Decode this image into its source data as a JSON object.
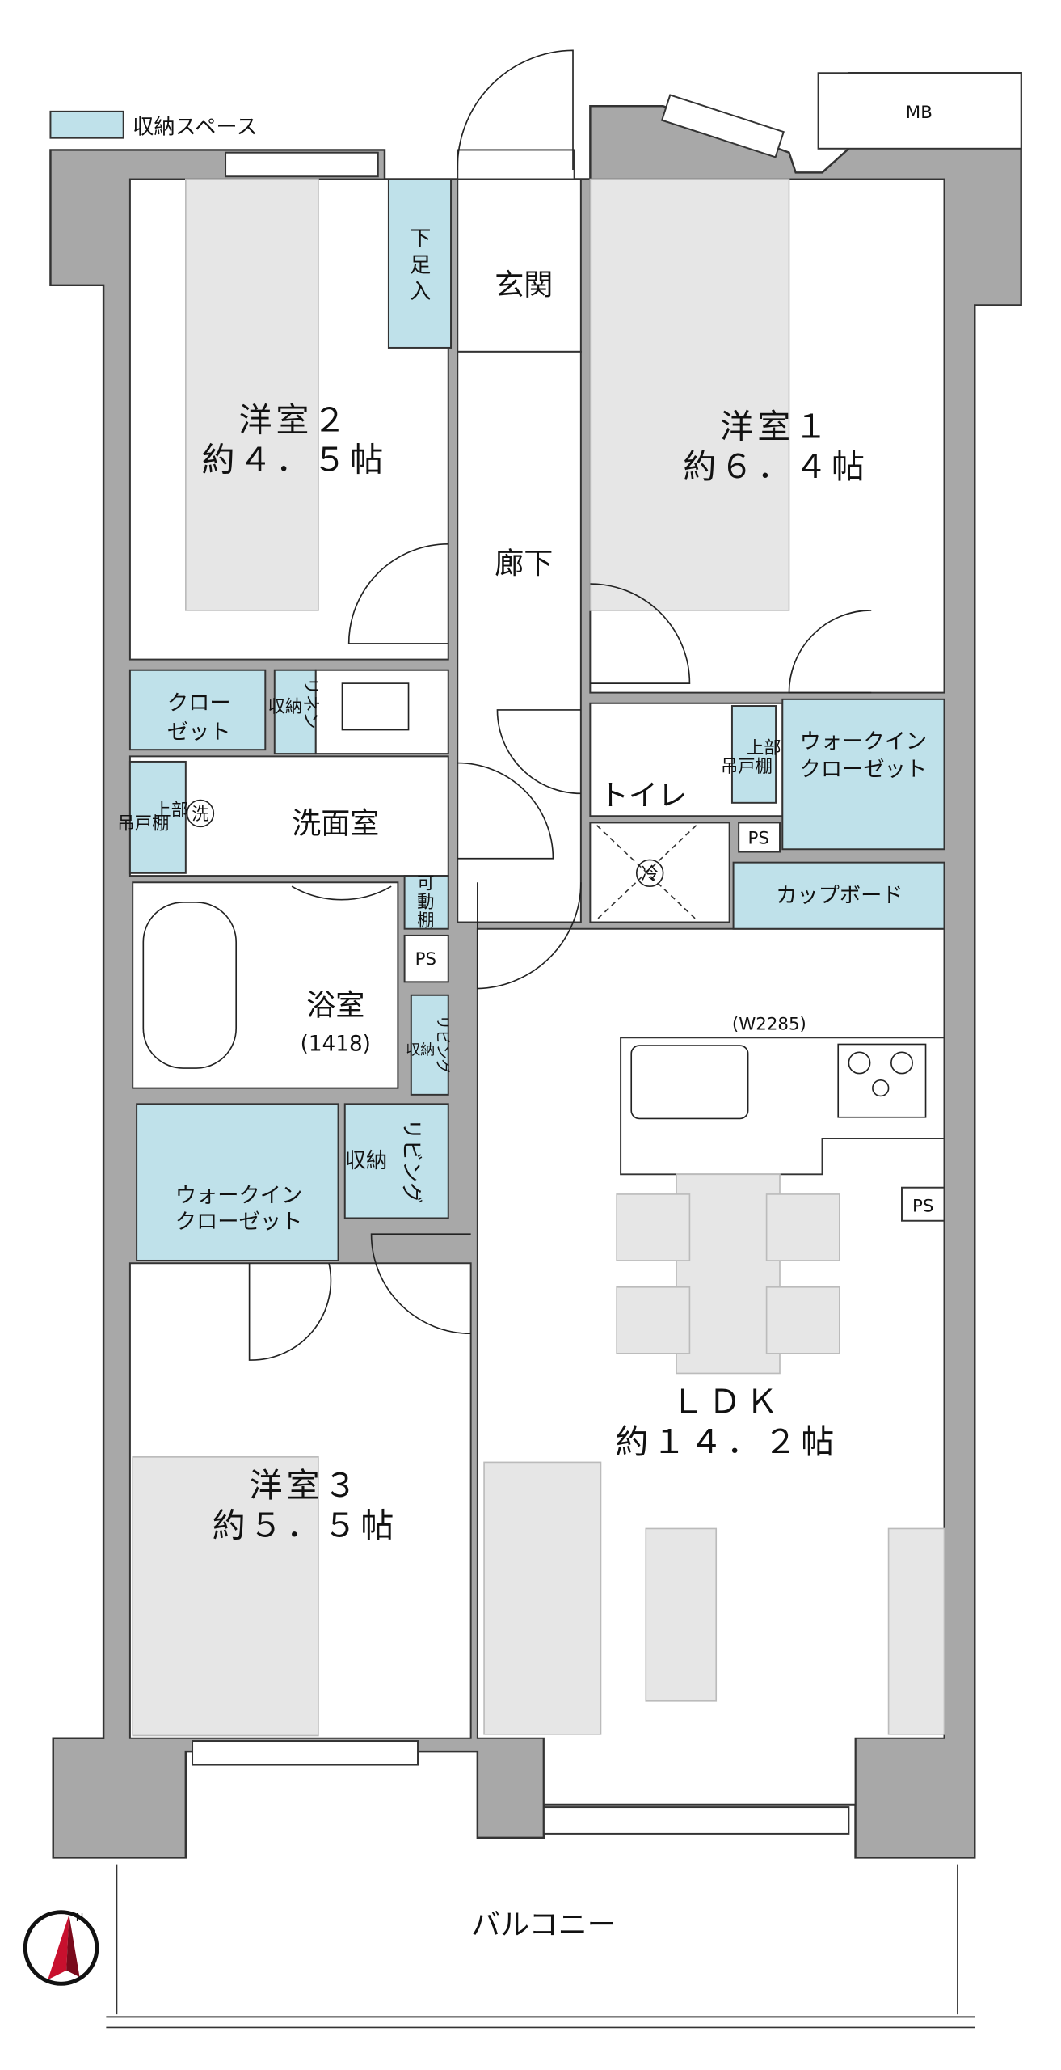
{
  "legend": {
    "label": "収納スペース",
    "color": "#bfe1ea"
  },
  "meter_box": "MB",
  "rooms": {
    "western2": {
      "name": "洋室２",
      "size": "約４．５帖"
    },
    "western1": {
      "name": "洋室１",
      "size": "約６．４帖"
    },
    "western3": {
      "name": "洋室３",
      "size": "約５．５帖"
    },
    "ldk": {
      "name": "ＬＤＫ",
      "size": "約１４．２帖"
    },
    "entrance": "玄関",
    "shoe_storage": [
      "下",
      "足",
      "入"
    ],
    "hallway": "廊下",
    "closet": [
      "クロー",
      "ゼット"
    ],
    "linen_storage": [
      "リネン",
      "収納"
    ],
    "washroom": "洗面室",
    "upper_cabinet_wash": [
      "上部",
      "吊戸棚"
    ],
    "washer_symbol": "洗",
    "toilet": "トイレ",
    "upper_cabinet_toilet": [
      "上部",
      "吊戸棚"
    ],
    "wic_right": [
      "ウォークイン",
      "クローゼット"
    ],
    "wic_left": [
      "ウォークイン",
      "クローゼット"
    ],
    "ps_labels": [
      "PS",
      "PS",
      "PS"
    ],
    "fridge_symbol": "冷",
    "cupboard": "カップボード",
    "movable_shelf": [
      "可",
      "動",
      "棚"
    ],
    "bathroom": {
      "name": "浴室",
      "size": "(1418)"
    },
    "living_storage_small": [
      "リビング",
      "収納"
    ],
    "living_storage": [
      "リビング",
      "収納"
    ],
    "kitchen_width": "(W2285)",
    "balcony": "バルコニー"
  },
  "compass": {
    "label": "N"
  }
}
